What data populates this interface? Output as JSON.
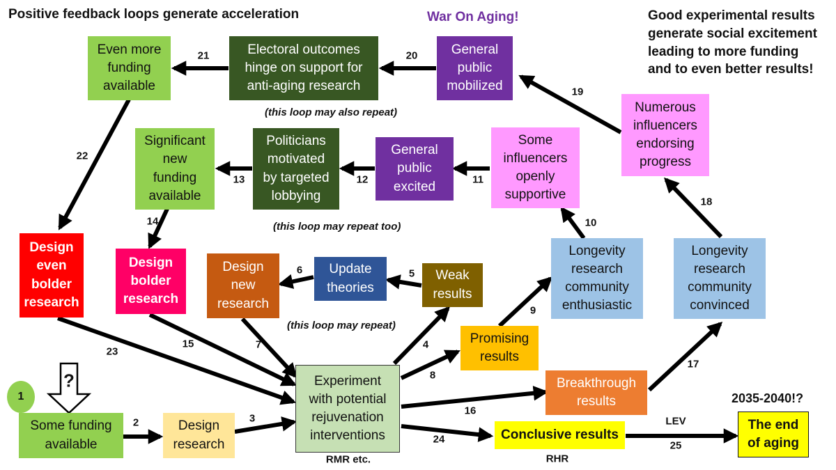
{
  "headings": {
    "left": "Positive feedback loops generate acceleration",
    "war": "War On Aging!",
    "right": "Good experimental results\ngenerate social excitement\nleading to more funding\nand to even better results!",
    "year": "2035-2040!?"
  },
  "notes": {
    "loop_also": "(this loop may also repeat)",
    "loop_too": "(this loop may repeat too)",
    "loop": "(this loop may repeat)"
  },
  "side_labels": {
    "rmr": "RMR etc.",
    "rhr": "RHR",
    "lev": "LEV",
    "start": "1"
  },
  "question_mark": "?",
  "boxes": {
    "some_funding": "Some funding\navailable",
    "design_research": "Design\nresearch",
    "experiment": "Experiment\nwith potential\nrejuvenation\ninterventions",
    "design_new": "Design\nnew\nresearch",
    "update_theories": "Update\ntheories",
    "weak_results": "Weak\nresults",
    "promising": "Promising\nresults",
    "breakthrough": "Breakthrough\nresults",
    "conclusive": "Conclusive results",
    "end_aging": "The end\nof aging",
    "community_enthusiastic": "Longevity\nresearch\ncommunity\nenthusiastic",
    "community_convinced": "Longevity\nresearch\ncommunity\nconvinced",
    "some_influencers": "Some\ninfluencers\nopenly\nsupportive",
    "numerous_influencers": "Numerous\ninfluencers\nendorsing\nprogress",
    "public_excited": "General\npublic\nexcited",
    "politicians": "Politicians\nmotivated\nby targeted\nlobbying",
    "significant_funding": "Significant\nnew\nfunding\navailable",
    "design_bolder": "Design\nbolder\nresearch",
    "public_mobilized": "General\npublic\nmobilized",
    "electoral": "Electoral outcomes\nhinge on support for\nanti-aging research",
    "even_more_funding": "Even more\nfunding\navailable",
    "design_even_bolder": "Design\neven\nbolder\nresearch"
  },
  "colors": {
    "green": "#92d050",
    "light_green": "#c6e0b4",
    "peach": "#ffe699",
    "orange": "#c55a11",
    "blue": "#2f5597",
    "olive": "#7f6000",
    "amber": "#ffc000",
    "bright_orange": "#ed7d31",
    "yellow": "#ffff00",
    "light_blue": "#9dc3e6",
    "pink": "#ff99ff",
    "purple": "#7030a0",
    "dark_green": "#385723",
    "magenta": "#ff0066",
    "red": "#ff0000",
    "war_text": "#7030a0"
  },
  "arrows": [
    {
      "id": "2",
      "label": "2"
    },
    {
      "id": "3",
      "label": "3"
    },
    {
      "id": "4",
      "label": "4"
    },
    {
      "id": "5",
      "label": "5"
    },
    {
      "id": "6",
      "label": "6"
    },
    {
      "id": "7",
      "label": "7"
    },
    {
      "id": "8",
      "label": "8"
    },
    {
      "id": "9",
      "label": "9"
    },
    {
      "id": "10",
      "label": "10"
    },
    {
      "id": "11",
      "label": "11"
    },
    {
      "id": "12",
      "label": "12"
    },
    {
      "id": "13",
      "label": "13"
    },
    {
      "id": "14",
      "label": "14"
    },
    {
      "id": "15",
      "label": "15"
    },
    {
      "id": "16",
      "label": "16"
    },
    {
      "id": "17",
      "label": "17"
    },
    {
      "id": "18",
      "label": "18"
    },
    {
      "id": "19",
      "label": "19"
    },
    {
      "id": "20",
      "label": "20"
    },
    {
      "id": "21",
      "label": "21"
    },
    {
      "id": "22",
      "label": "22"
    },
    {
      "id": "23",
      "label": "23"
    },
    {
      "id": "24",
      "label": "24"
    },
    {
      "id": "25",
      "label": "25"
    }
  ]
}
